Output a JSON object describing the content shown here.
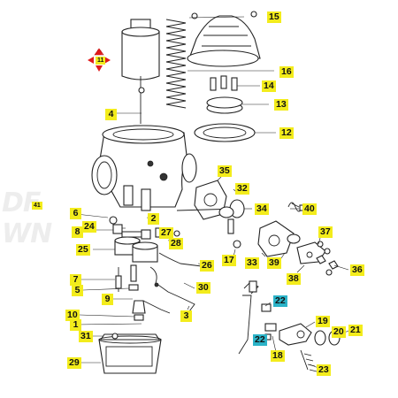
{
  "labels": {
    "l1": "1",
    "l2": "2",
    "l3": "3",
    "l4": "4",
    "l5": "5",
    "l6": "6",
    "l7": "7",
    "l8": "8",
    "l9": "9",
    "l10": "10",
    "l11": "11",
    "l12": "12",
    "l13": "13",
    "l14": "14",
    "l15": "15",
    "l16": "16",
    "l17": "17",
    "l18": "18",
    "l19": "19",
    "l20": "20",
    "l21": "21",
    "l22a": "22",
    "l22b": "22",
    "l23": "23",
    "l24": "24",
    "l25": "25",
    "l26": "26",
    "l27": "27",
    "l28": "28",
    "l29": "29",
    "l30": "30",
    "l31": "31",
    "l32": "32",
    "l33": "33",
    "l34": "34",
    "l35": "35",
    "l36": "36",
    "l37": "37",
    "l38": "38",
    "l39": "39",
    "l40": "40",
    "l41": "41"
  },
  "colors": {
    "label_yellow": "#f3ec1c",
    "label_teal": "#2bb3c8",
    "marker_red": "#e11b1b"
  },
  "icons": {
    "selection_marker": "red-arrows-cross-icon"
  }
}
